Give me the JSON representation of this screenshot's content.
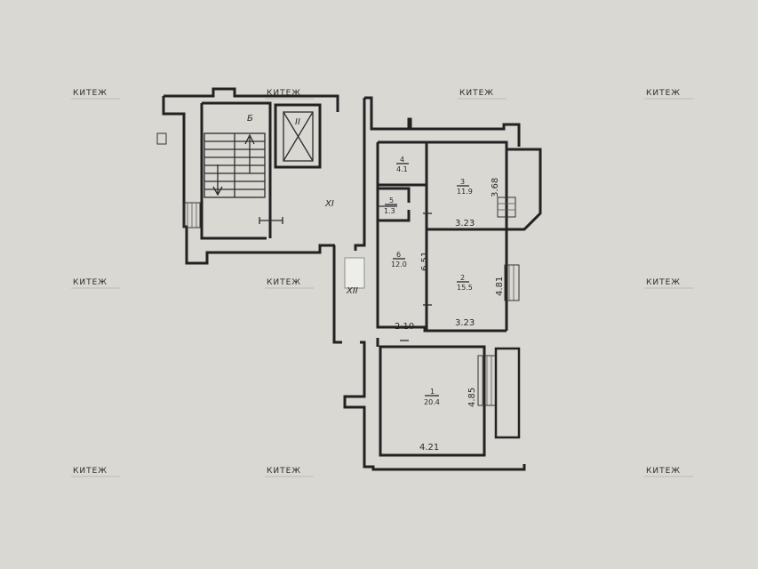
{
  "watermark": "КИТЕЖ",
  "core_labels": {
    "stair": "Б",
    "elevator": "II",
    "hall": "XI",
    "corridor": "XII"
  },
  "rooms": [
    {
      "num": "1",
      "area": "20.4"
    },
    {
      "num": "2",
      "area": "15.5"
    },
    {
      "num": "3",
      "area": "11.9"
    },
    {
      "num": "4",
      "area": "4.1"
    },
    {
      "num": "5",
      "area": "1.3"
    },
    {
      "num": "6",
      "area": "12.0"
    }
  ],
  "dimensions": {
    "r1_width": "4.21",
    "r1_height": "4.85",
    "r2_width": "3.23",
    "r2_height": "4.81",
    "r3_width": "3.23",
    "r3_height": "3.68",
    "r6_width": "2.10",
    "r6_height": "6.51"
  }
}
